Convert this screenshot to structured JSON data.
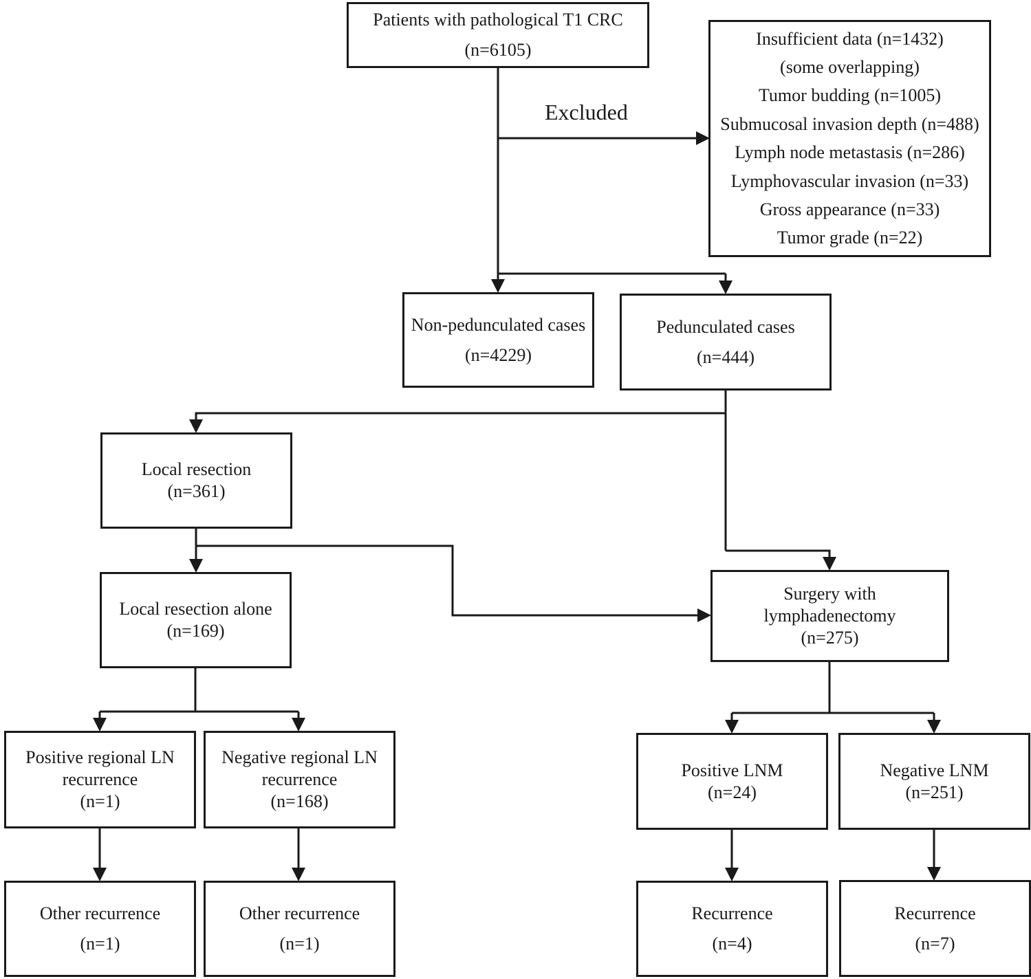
{
  "nodes": {
    "start": {
      "lines": [
        "Patients with pathological T1 CRC",
        "(n=6105)"
      ]
    },
    "excluded": {
      "lines": [
        "Insufficient  data (n=1432)",
        "(some overlapping)",
        "Tumor budding (n=1005)",
        "Submucosal invasion depth (n=488)",
        "Lymph node metastasis (n=286)",
        "Lymphovascular invasion (n=33)",
        "Gross appearance (n=33)",
        "Tumor grade (n=22)"
      ]
    },
    "nonped": {
      "lines": [
        "Non-pedunculated cases",
        "(n=4229)"
      ]
    },
    "ped": {
      "lines": [
        "Pedunculated cases",
        "(n=444)"
      ]
    },
    "local": {
      "lines": [
        "Local resection",
        "(n=361)"
      ]
    },
    "local_alone": {
      "lines": [
        "Local resection alone",
        "(n=169)"
      ]
    },
    "surgery": {
      "lines": [
        "Surgery with",
        "lymphadenectomy",
        "(n=275)"
      ]
    },
    "pos_reg": {
      "lines": [
        "Positive regional LN",
        "recurrence",
        "(n=1)"
      ]
    },
    "neg_reg": {
      "lines": [
        "Negative regional LN",
        "recurrence",
        "(n=168)"
      ]
    },
    "pos_lnm": {
      "lines": [
        "Positive LNM",
        "(n=24)"
      ]
    },
    "neg_lnm": {
      "lines": [
        "Negative LNM",
        "(n=251)"
      ]
    },
    "other1": {
      "lines": [
        "Other recurrence",
        "(n=1)"
      ]
    },
    "other2": {
      "lines": [
        "Other recurrence",
        "(n=1)"
      ]
    },
    "rec1": {
      "lines": [
        "Recurrence",
        "(n=4)"
      ]
    },
    "rec2": {
      "lines": [
        "Recurrence",
        "(n=7)"
      ]
    }
  },
  "labels": {
    "excluded": "Excluded"
  },
  "colors": {
    "line": "#1a1a1a",
    "background": "#ffffff"
  }
}
